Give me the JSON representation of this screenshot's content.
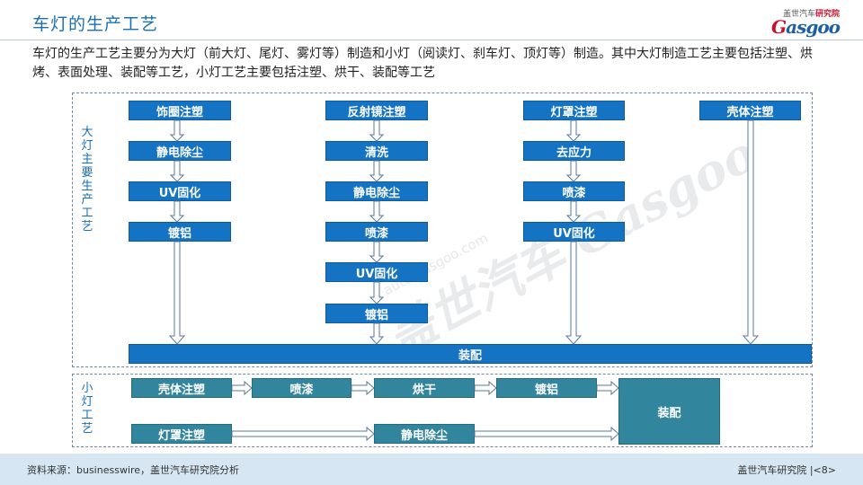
{
  "title": "车灯的生产工艺",
  "logo": {
    "top_text": "盖世汽车",
    "top_text_red": "研究院",
    "word_g": "G",
    "word_rest": "asgoo"
  },
  "intro": "车灯的生产工艺主要分为大灯（前大灯、尾灯、雾灯等）制造和小灯（阅读灯、刹车灯、顶灯等）制造。其中大灯制造工艺主要包括注塑、烘烤、表面处理、装配等工艺，小灯工艺主要包括注塑、烘干、装配等工艺",
  "big_lamp": {
    "label": "大灯主要生产工艺",
    "columns": [
      {
        "steps": [
          "饰圈注塑",
          "静电除尘",
          "UV固化",
          "镀铝"
        ]
      },
      {
        "steps": [
          "反射镜注塑",
          "清洗",
          "静电除尘",
          "喷漆",
          "UV固化",
          "镀铝"
        ]
      },
      {
        "steps": [
          "灯罩注塑",
          "去应力",
          "喷漆",
          "UV固化"
        ]
      },
      {
        "steps": [
          "壳体注塑"
        ]
      }
    ],
    "assembly": "装配"
  },
  "small_lamp": {
    "label": "小灯工艺",
    "row1": [
      "壳体注塑",
      "喷漆",
      "烘干",
      "镀铝"
    ],
    "row2": [
      "灯罩注塑",
      "静电除尘"
    ],
    "assembly": "装配"
  },
  "watermark": {
    "main": "盖世汽车 Gasgoo",
    "url": "auto.gasgoo.com"
  },
  "footer": {
    "source": "资料来源：businesswire，盖世汽车研究院分析",
    "page": "盖世汽车研究院 |<8>"
  },
  "colors": {
    "blue": "#1473c2",
    "teal": "#31859c",
    "title": "#1a6fb5"
  }
}
